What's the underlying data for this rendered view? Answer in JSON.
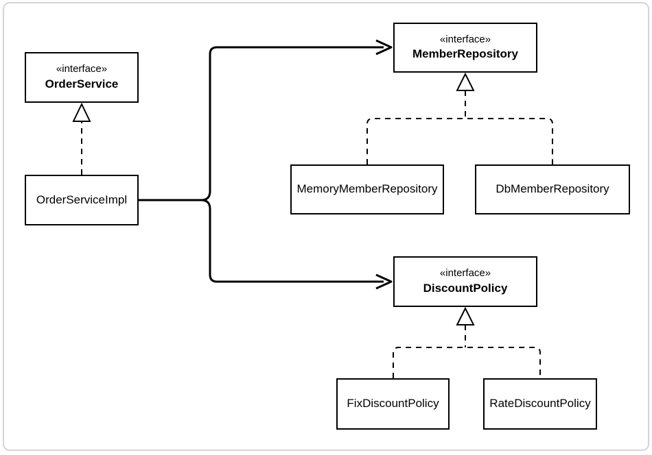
{
  "diagram": {
    "kind": "UML class diagram",
    "nodes": [
      {
        "stereotype": "«interface»",
        "name": "OrderService",
        "role": "interface"
      },
      {
        "name": "OrderServiceImpl",
        "role": "class"
      },
      {
        "stereotype": "«interface»",
        "name": "MemberRepository",
        "role": "interface"
      },
      {
        "name": "MemoryMemberRepository",
        "role": "class"
      },
      {
        "name": "DbMemberRepository",
        "role": "class"
      },
      {
        "stereotype": "«interface»",
        "name": "DiscountPolicy",
        "role": "interface"
      },
      {
        "name": "FixDiscountPolicy",
        "role": "class"
      },
      {
        "name": "RateDiscountPolicy",
        "role": "class"
      }
    ],
    "relationships": [
      {
        "from": "OrderServiceImpl",
        "to": "OrderService",
        "type": "realization",
        "line": "dashed",
        "head": "hollow-triangle"
      },
      {
        "from": "MemoryMemberRepository",
        "to": "MemberRepository",
        "type": "realization",
        "line": "dashed",
        "head": "hollow-triangle"
      },
      {
        "from": "DbMemberRepository",
        "to": "MemberRepository",
        "type": "realization",
        "line": "dashed",
        "head": "hollow-triangle"
      },
      {
        "from": "FixDiscountPolicy",
        "to": "DiscountPolicy",
        "type": "realization",
        "line": "dashed",
        "head": "hollow-triangle"
      },
      {
        "from": "RateDiscountPolicy",
        "to": "DiscountPolicy",
        "type": "realization",
        "line": "dashed",
        "head": "hollow-triangle"
      },
      {
        "from": "OrderServiceImpl",
        "to": "MemberRepository",
        "type": "dependency",
        "line": "solid",
        "head": "open-arrow"
      },
      {
        "from": "OrderServiceImpl",
        "to": "DiscountPolicy",
        "type": "dependency",
        "line": "solid",
        "head": "open-arrow"
      }
    ],
    "colors": {
      "stroke": "#000000",
      "node_fill": "#ffffff",
      "background": "#ffffff",
      "frame_border": "#d5d5d5"
    }
  }
}
